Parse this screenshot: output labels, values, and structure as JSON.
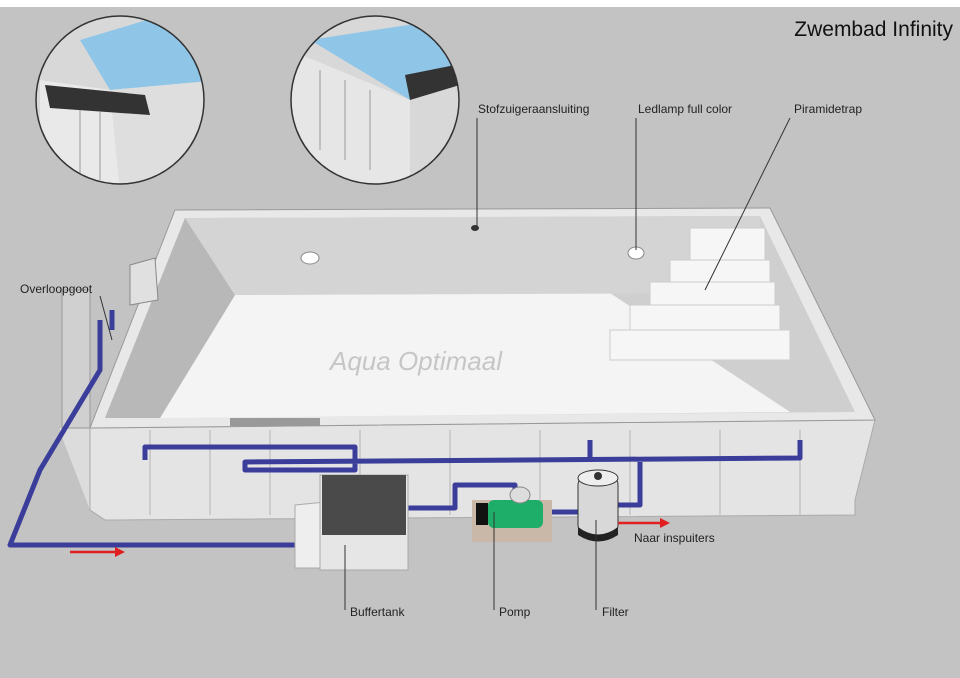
{
  "title": "Zwembad Infinity",
  "labels": {
    "vacuum": "Stofzuigeraansluiting",
    "led": "Ledlamp full color",
    "stairs": "Piramidetrap",
    "overflow": "Overloopgoot",
    "buffer": "Buffertank",
    "pump": "Pomp",
    "filter": "Filter",
    "outlet": "Naar inspuiters"
  },
  "logo": "AquaOptimaal",
  "colors": {
    "pipe": "#3a3d9a",
    "arrow": "#e02020",
    "pump": "#1fae6a",
    "background": "#c3c3c3"
  }
}
